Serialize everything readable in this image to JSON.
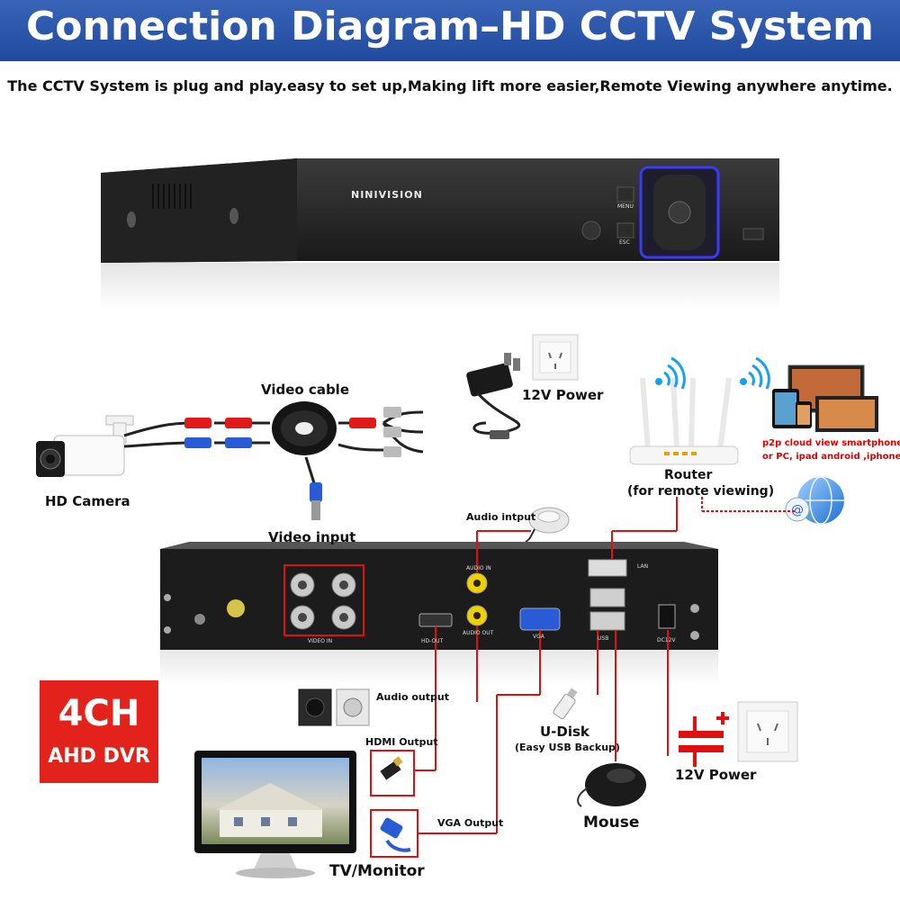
{
  "header": {
    "title": "Connection Diagram–HD CCTV System",
    "subtitle": "The CCTV System is plug and play.easy to set up,Making lift more easier,Remote Viewing anywhere anytime."
  },
  "dvr": {
    "brand": "NINIVISION",
    "button_menu": "MENU",
    "button_esc": "ESC",
    "port_video_in": "VIDEO IN",
    "port_hd_out": "HD-OUT",
    "port_audio_in": "AUDIO IN",
    "port_audio_out": "AUDIO OUT",
    "port_vga": "VGA",
    "port_usb": "USB",
    "port_lan": "LAN",
    "port_dc12v": "DC12V"
  },
  "labels": {
    "video_cable": "Video cable",
    "power_top": "12V Power",
    "hd_camera": "HD Camera",
    "video_input": "Video input",
    "router": "Router",
    "router_note": "(for remote viewing)",
    "p2p_line1": "p2p cloud  view smartphone",
    "p2p_line2": "or PC, ipad android ,iphone.",
    "audio_input": "Audio intput",
    "audio_output": "Audio output",
    "hdmi_output": "HDMI Output",
    "vga_output": "VGA Output",
    "udisk": "U-Disk",
    "udisk_note": "(Easy USB Backup)",
    "mouse": "Mouse",
    "power_bottom": "12V Power",
    "tv_monitor": "TV/Monitor"
  },
  "badge": {
    "big": "4CH",
    "small": "AHD DVR"
  },
  "colors": {
    "banner": "#2a55ab",
    "cable_red": "#e01010",
    "badge_red": "#e3231b"
  }
}
